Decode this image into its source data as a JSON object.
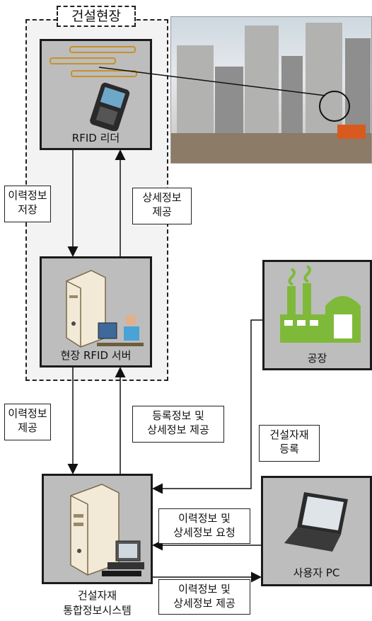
{
  "site": {
    "title": "건설현장"
  },
  "rfid_reader": {
    "label": "RFID 리더"
  },
  "site_server": {
    "label": "현장 RFID 서버"
  },
  "factory": {
    "label": "공장"
  },
  "integrated_system": {
    "label_line1": "건설자재",
    "label_line2": "통합정보시스템"
  },
  "user_pc": {
    "label": "사용자 PC"
  },
  "notes": {
    "history_store": {
      "line1": "이력정보",
      "line2": "저장"
    },
    "detail_provide": {
      "line1": "상세정보",
      "line2": "제공"
    },
    "history_provide": {
      "line1": "이력정보",
      "line2": "제공"
    },
    "reg_detail_provide": {
      "line1": "등록정보 및",
      "line2": "상세정보 제공"
    },
    "material_register": {
      "line1": "건설자재",
      "line2": "등록"
    },
    "history_request": {
      "line1": "이력정보 및",
      "line2": "상세정보 요청"
    },
    "history_detail_provide": {
      "line1": "이력정보 및",
      "line2": "상세정보 제공"
    }
  },
  "colors": {
    "node_fill": "#bdbdbd",
    "factory_green": "#7fb93a",
    "site_bg": "#f3f3f3"
  },
  "icons": {
    "rfid_tags": "rfid-tag-icon",
    "handheld": "handheld-reader-icon",
    "server": "server-icon",
    "factory": "factory-icon",
    "workstation": "workstation-icon",
    "laptop": "laptop-icon"
  }
}
